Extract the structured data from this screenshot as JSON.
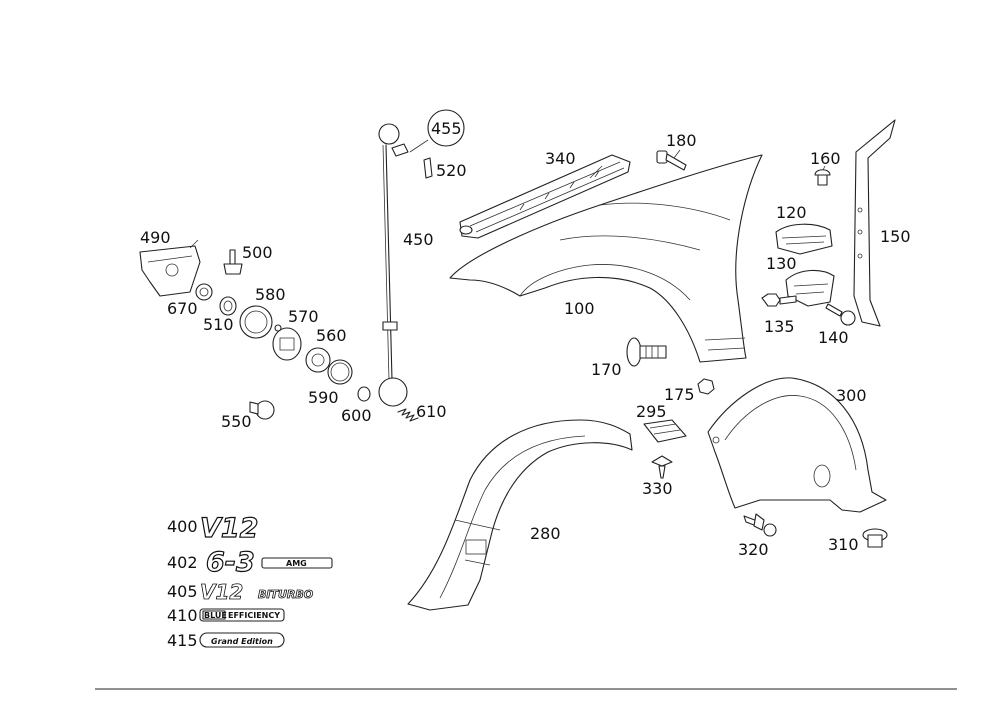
{
  "callouts": {
    "c100": "100",
    "c120": "120",
    "c130": "130",
    "c135": "135",
    "c140": "140",
    "c150": "150",
    "c160": "160",
    "c170": "170",
    "c175": "175",
    "c180": "180",
    "c280": "280",
    "c295": "295",
    "c300": "300",
    "c310": "310",
    "c320": "320",
    "c330": "330",
    "c340": "340",
    "c450": "450",
    "c455": "455",
    "c490": "490",
    "c500": "500",
    "c510": "510",
    "c520": "520",
    "c550": "550",
    "c560": "560",
    "c570": "570",
    "c580": "580",
    "c590": "590",
    "c600": "600",
    "c610": "610",
    "c670": "670",
    "c400": "400",
    "c402": "402",
    "c405": "405",
    "c410": "410",
    "c415": "415"
  },
  "emblems": {
    "v12": "V12",
    "six_three": "6-3",
    "amg": "AMG",
    "v12_biturbo_main": "V12",
    "biturbo": "BITURBO",
    "blue": "BLUE",
    "efficiency": "EFFICIENCY",
    "grand_edition": "Grand Edition"
  },
  "colors": {
    "line": "#222222",
    "background": "#ffffff"
  }
}
